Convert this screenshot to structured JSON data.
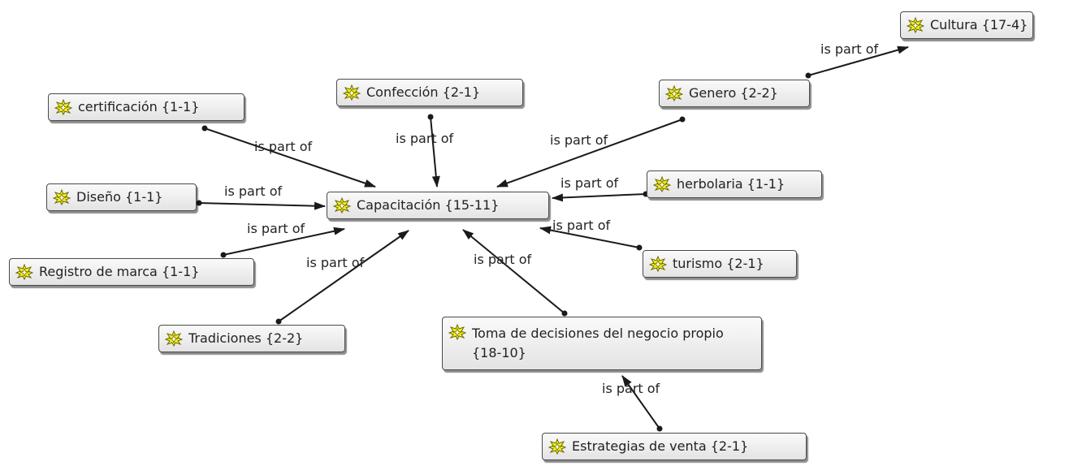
{
  "diagram": {
    "link_label": "is part of",
    "icon": "code-star-icon",
    "colors": {
      "node_fill": "#f0f0f0",
      "node_border": "#4a4a4a",
      "edge": "#1a1a1a",
      "icon_fill": "#f5ef1e"
    },
    "nodes": {
      "cultura": "Cultura {17-4}",
      "genero": "Genero {2-2}",
      "confeccion": "Confección {2-1}",
      "certificacion": "certificación {1-1}",
      "diseno": "Diseño {1-1}",
      "capacitacion": "Capacitación {15-11}",
      "herbolaria": "herbolaria {1-1}",
      "registro": "Registro de marca {1-1}",
      "turismo": "turismo {2-1}",
      "tradiciones": "Tradiciones {2-2}",
      "toma": "Toma de decisiones del negocio propio {18-10}",
      "estrategias": "Estrategias de venta {2-1}"
    },
    "relations": [
      {
        "from": "genero",
        "to": "cultura",
        "label": "is part of"
      },
      {
        "from": "certificacion",
        "to": "capacitacion",
        "label": "is part of"
      },
      {
        "from": "confeccion",
        "to": "capacitacion",
        "label": "is part of"
      },
      {
        "from": "genero",
        "to": "capacitacion",
        "label": "is part of"
      },
      {
        "from": "diseno",
        "to": "capacitacion",
        "label": "is part of"
      },
      {
        "from": "herbolaria",
        "to": "capacitacion",
        "label": "is part of"
      },
      {
        "from": "registro",
        "to": "capacitacion",
        "label": "is part of"
      },
      {
        "from": "turismo",
        "to": "capacitacion",
        "label": "is part of"
      },
      {
        "from": "tradiciones",
        "to": "capacitacion",
        "label": "is part of"
      },
      {
        "from": "toma",
        "to": "capacitacion",
        "label": "is part of"
      },
      {
        "from": "estrategias",
        "to": "toma",
        "label": "is part of"
      }
    ]
  }
}
